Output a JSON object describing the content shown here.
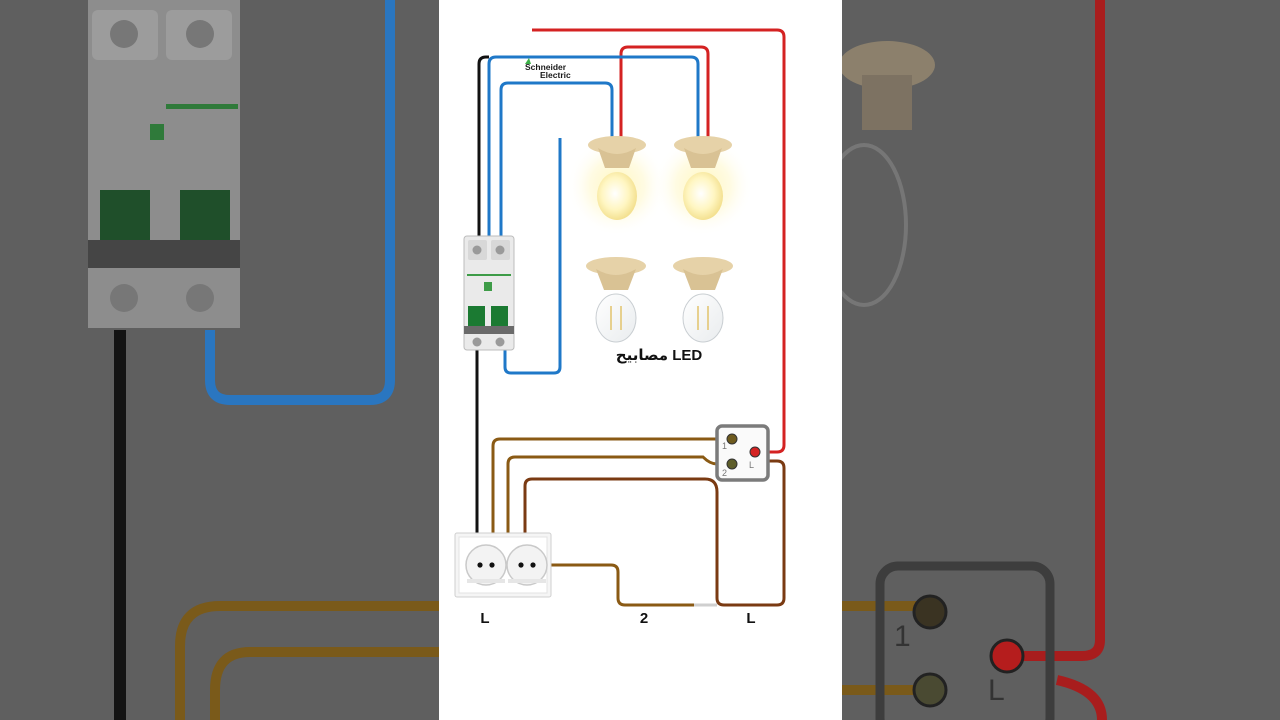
{
  "diagram": {
    "brand_line1": "Schneider",
    "brand_line2": "Electric",
    "lamps_label": "مصابيح LED",
    "label_phase_left": "L",
    "label_switch_2": "2",
    "label_phase_right": "L",
    "switch_terminals": {
      "t1": "1",
      "t2": "2",
      "common": "L"
    }
  },
  "colors": {
    "wire_phase": "#d42222",
    "wire_neutral": "#1f78c8",
    "wire_black": "#111111",
    "wire_brown": "#8a5a14",
    "wire_dark_brown": "#7a3a12",
    "switch_frame": "#7b7b7b"
  },
  "icons": [
    "circuit-breaker-icon",
    "lamp-on-icon",
    "lamp-off-icon",
    "double-socket-icon",
    "two-way-switch-icon"
  ]
}
